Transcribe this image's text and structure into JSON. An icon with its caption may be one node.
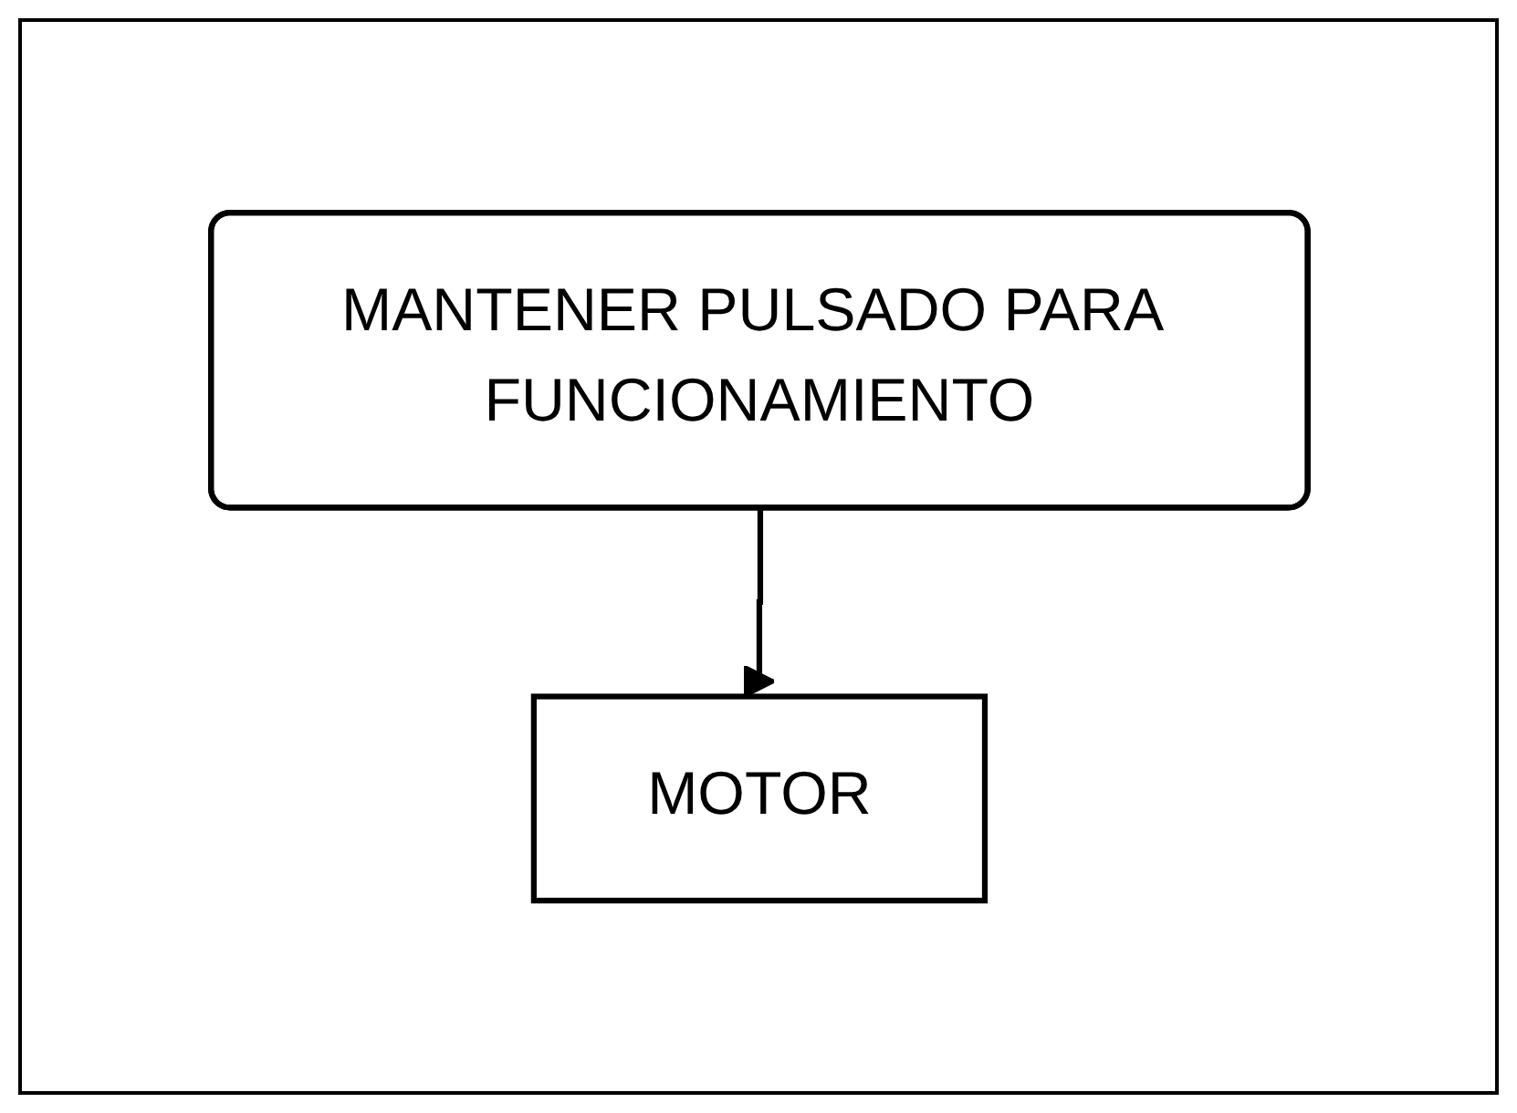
{
  "diagram": {
    "nodes": [
      {
        "text": [
          "MANTENER PULSADO PARA FUNCIONAMIENTO"
        ]
      },
      {
        "text": [
          "MOTOR"
        ]
      }
    ],
    "edges": [
      {
        "from": 0,
        "to": 1,
        "arrow": "to"
      }
    ]
  }
}
